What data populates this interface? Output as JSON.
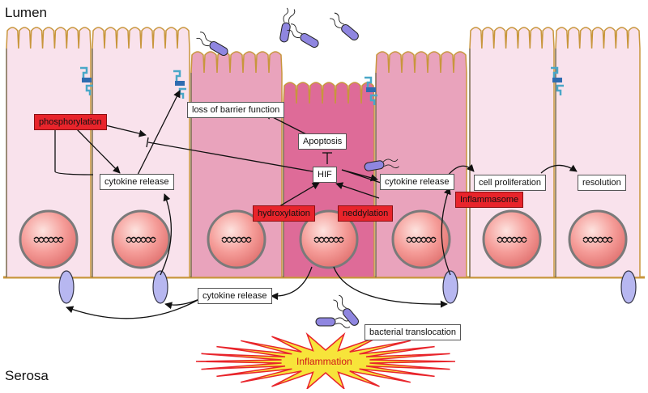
{
  "regions": {
    "lumen": "Lumen",
    "serosa": "Serosa"
  },
  "labels": {
    "phosphorylation": "phosphorylation",
    "cytokine_release_left": "cytokine release",
    "loss_of_barrier": "loss of barrier function",
    "apoptosis": "Apoptosis",
    "hif": "HIF",
    "hydroxylation": "hydroxylation",
    "neddylation": "neddylation",
    "cytokine_release_center": "cytokine release",
    "cell_proliferation": "cell proliferation",
    "resolution": "resolution",
    "inflammasome": "Inflammasome",
    "cytokine_release_bottom": "cytokine release",
    "bacterial_translocation": "bacterial translocation",
    "inflammation": "Inflammation"
  },
  "colors": {
    "cell_light": "#f9e2ec",
    "cell_medium": "#e9a3bc",
    "cell_dark": "#de6b98",
    "nucleus": "#f08a8a",
    "membrane": "#c8963c",
    "receptor": "#b7b7f0",
    "process_red": "#e8242b",
    "inflammation_fill": "#f7e43a",
    "inflammation_text": "#d01818",
    "bacterium": "#8f86e0"
  },
  "icons": [
    "bacterium-icon",
    "tight-junction-icon",
    "dna-icon",
    "receptor-icon",
    "nucleus-icon"
  ]
}
